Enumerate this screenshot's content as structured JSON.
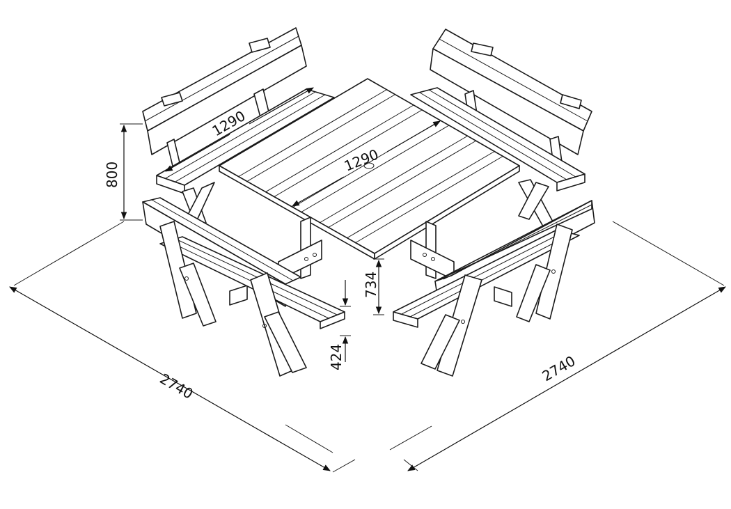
{
  "dimensions": {
    "overall_width_left": "2740",
    "overall_width_right": "2740",
    "table_length_top": "1290",
    "table_length_diag": "1290",
    "backrest_height": "800",
    "table_height": "734",
    "seat_height": "424"
  }
}
